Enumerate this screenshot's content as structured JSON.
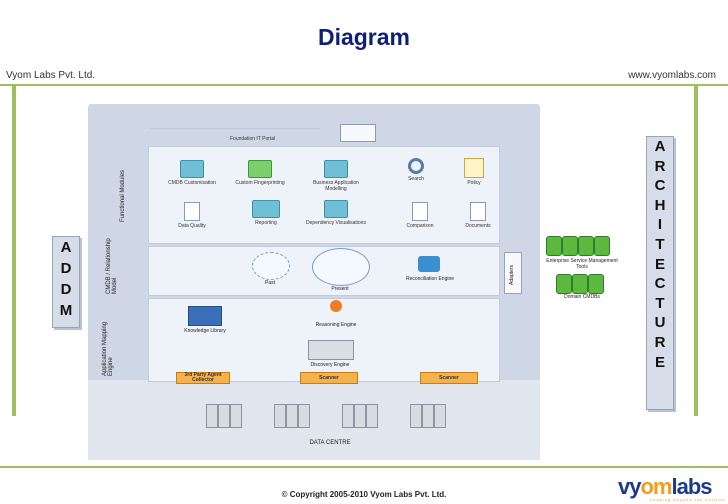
{
  "header": {
    "title": "Diagram",
    "company": "Vyom Labs Pvt. Ltd.",
    "website": "www.vyomlabs.com"
  },
  "footer": {
    "copyright": "© Copyright 2005-2010 Vyom Labs Pvt. Ltd.",
    "logo_main": "vy",
    "logo_accent": "om",
    "logo_tail": "labs",
    "logo_tagline": "Leaping beyond the horizon"
  },
  "addm": {
    "letters": [
      "A",
      "D",
      "D",
      "M"
    ]
  },
  "architecture": {
    "letters": [
      "A",
      "R",
      "C",
      "H",
      "I",
      "T",
      "E",
      "C",
      "T",
      "U",
      "R",
      "E"
    ]
  },
  "diagram": {
    "portal": "Foundation IT Portal",
    "band_labels": {
      "functional": "Functional Modules",
      "cmdb": "CMDB / Relationship Model",
      "mapping": "Application Mapping Engine"
    },
    "modules_row1": [
      "CMDB Customisation",
      "Custom Fingerprinting",
      "Business Application Modelling",
      "Search",
      "Policy"
    ],
    "modules_row2": [
      "Data Quality",
      "Reporting",
      "Dependency Visualisations",
      "Comparison",
      "Documents"
    ],
    "cmdb_items": {
      "past": "Past",
      "present": "Present",
      "reconciliation": "Reconciliation Engine"
    },
    "adapters": "Adapters",
    "enterprise_tools": "Enterprise Service Management Tools",
    "domain_cmdbs": "Domain CMDBs",
    "engine_items": {
      "knowledge": "Knowledge Library",
      "reasoning": "Reasoning Engine",
      "discovery": "Discovery Engine"
    },
    "collectors": [
      "3rd Party Agent Collector",
      "Scanner",
      "Scanner"
    ],
    "data_centre": "DATA CENTRE"
  }
}
